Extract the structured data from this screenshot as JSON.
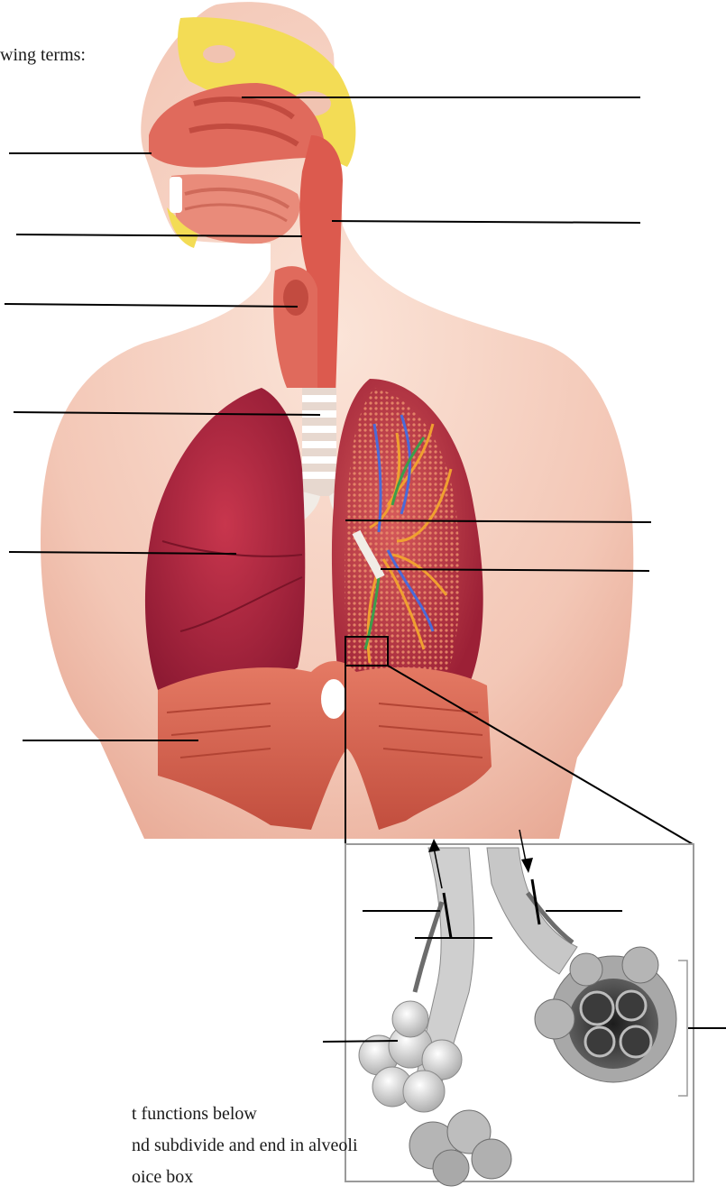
{
  "worksheet": {
    "intro_fragment": "wing terms:",
    "function_lines": [
      "t functions below",
      "nd subdivide and end in alveoli",
      "oice box"
    ]
  },
  "colors": {
    "skin": "#f6d2c4",
    "skin_shadow": "#eab19f",
    "airway": "#e06a5c",
    "sinus": "#f3dc55",
    "lung_dark": "#a5203a",
    "lung_light": "#c83048",
    "diaphragm": "#d8614f",
    "cartilage": "#f1ece6",
    "label_line": "#000000",
    "inset_frame": "#9a9a9a"
  }
}
